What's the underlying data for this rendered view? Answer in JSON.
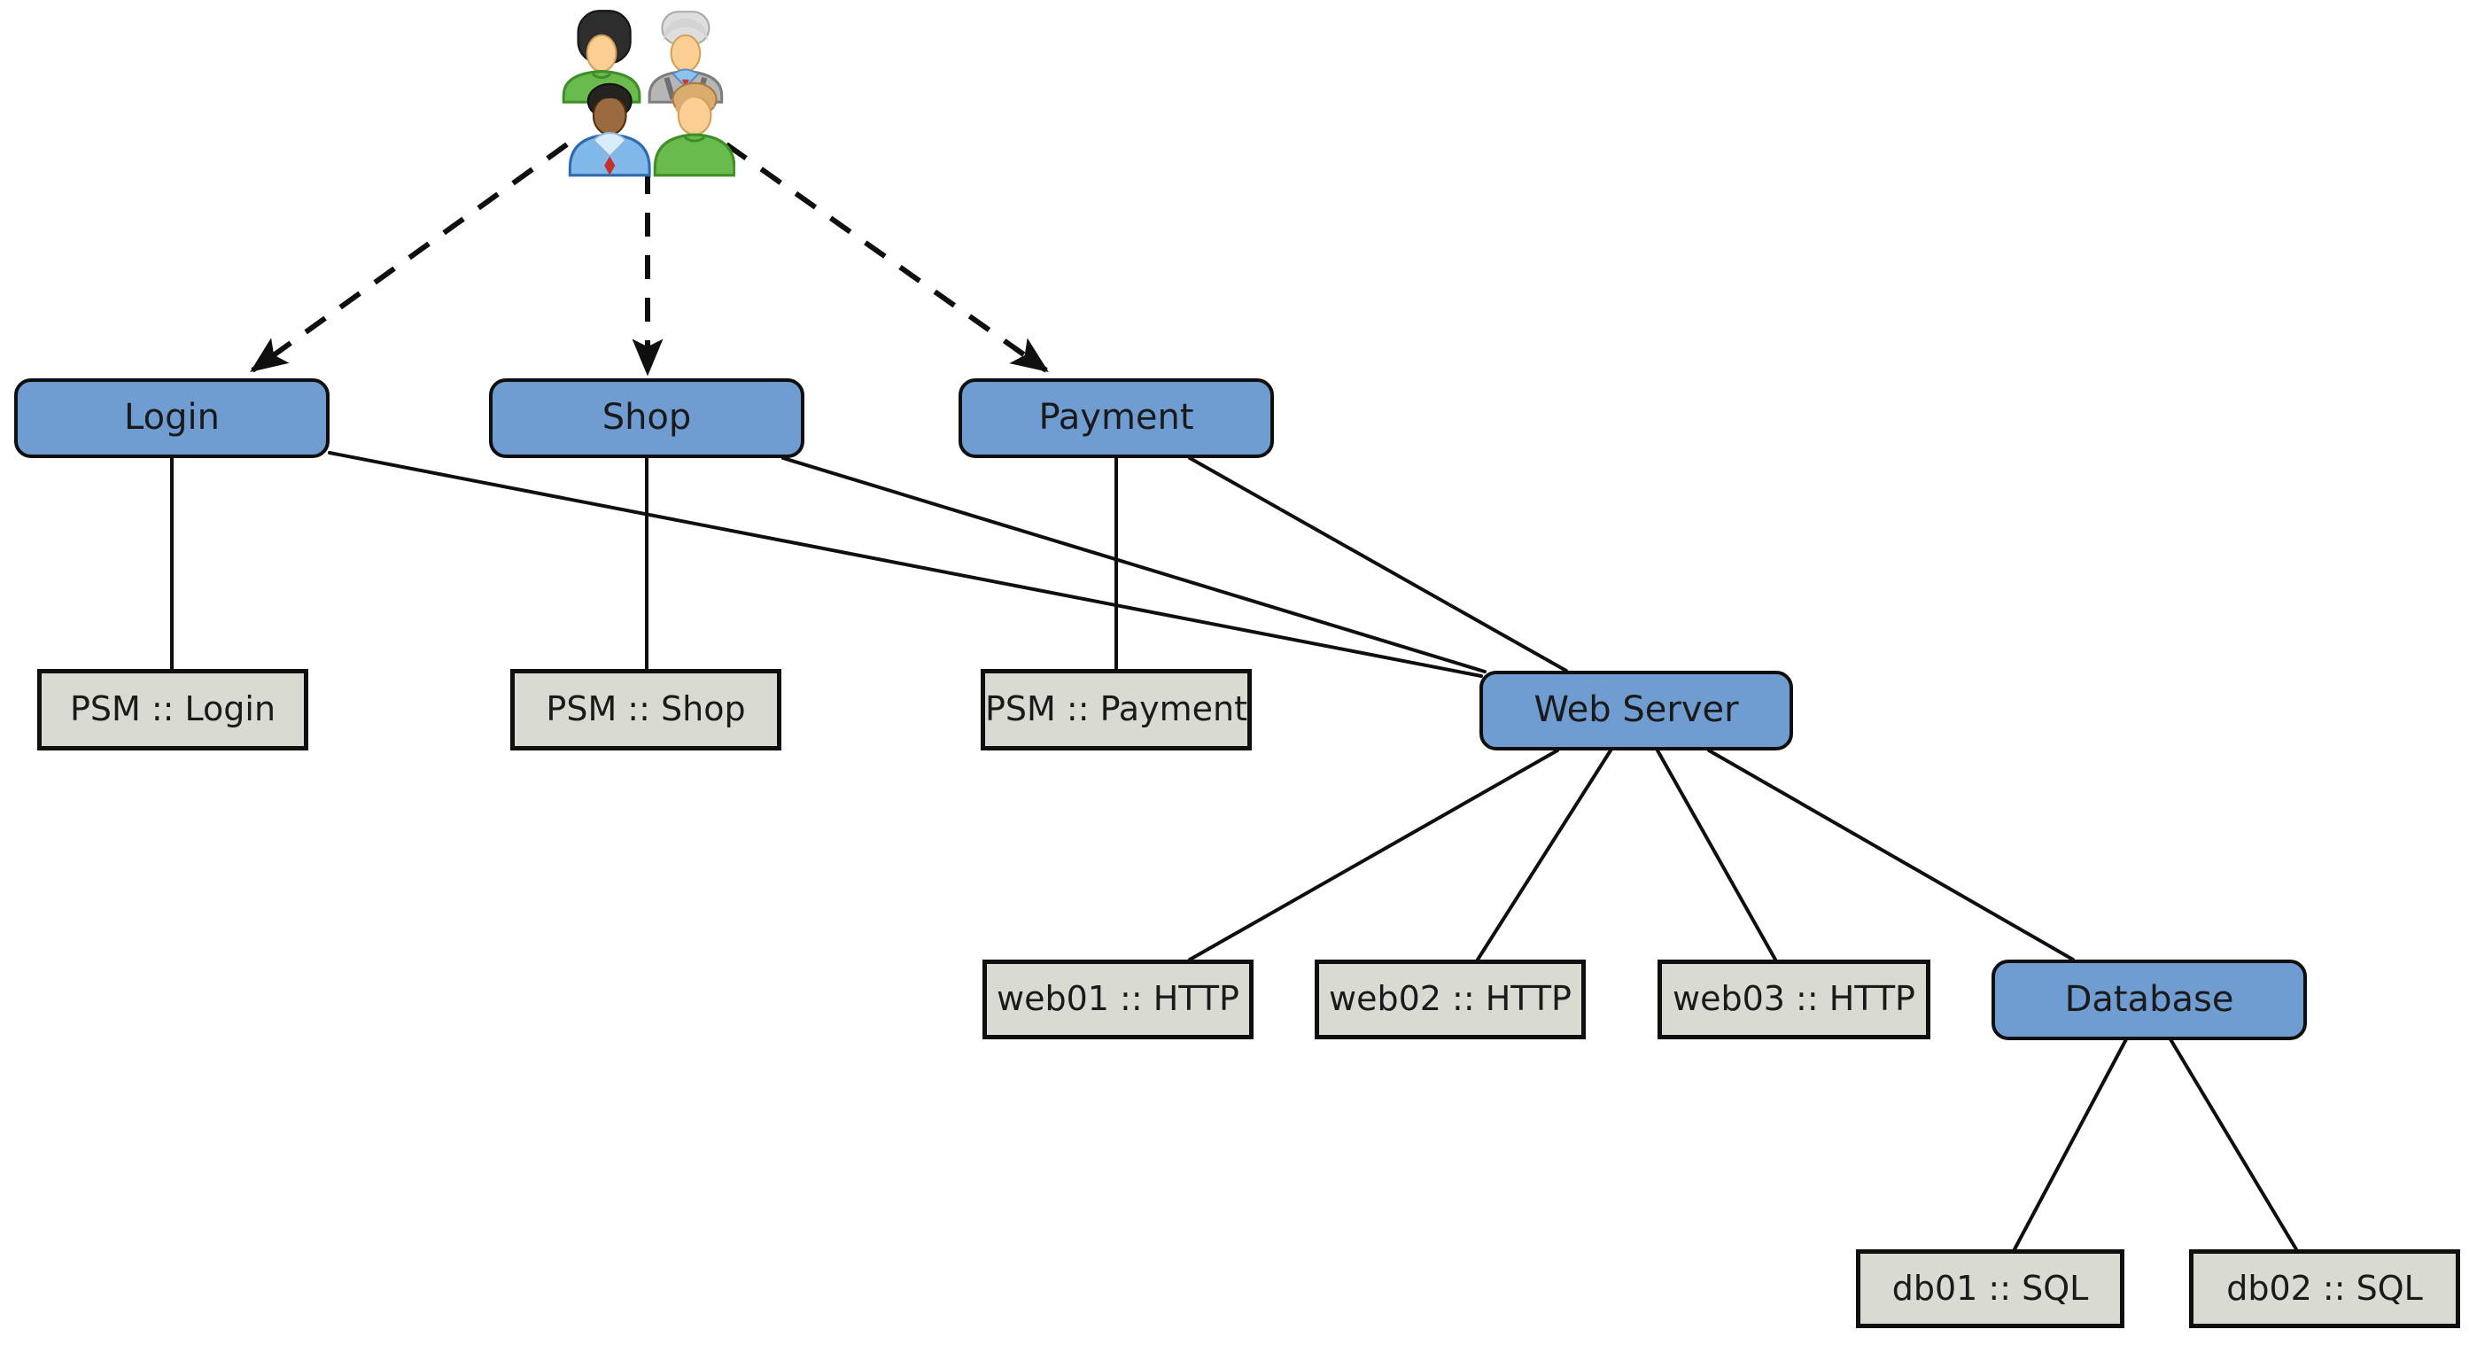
{
  "diagram": {
    "colors": {
      "canvas_bg": "#ffffff",
      "service_fill": "#6f9dd2",
      "service_border": "#0f0f0f",
      "check_fill": "#d9dbd2",
      "check_border": "#0f0f0f",
      "edge_color": "#0f0f0f",
      "label_color": "#1a1a1a"
    },
    "users_icon": "users-group-icon",
    "nodes": {
      "login": {
        "label": "Login",
        "type": "service"
      },
      "shop": {
        "label": "Shop",
        "type": "service"
      },
      "payment": {
        "label": "Payment",
        "type": "service"
      },
      "psm_login": {
        "label": "PSM :: Login",
        "type": "check"
      },
      "psm_shop": {
        "label": "PSM :: Shop",
        "type": "check"
      },
      "psm_payment": {
        "label": "PSM :: Payment",
        "type": "check"
      },
      "web_server": {
        "label": "Web Server",
        "type": "service"
      },
      "web01": {
        "label": "web01 :: HTTP",
        "type": "check"
      },
      "web02": {
        "label": "web02 :: HTTP",
        "type": "check"
      },
      "web03": {
        "label": "web03 :: HTTP",
        "type": "check"
      },
      "database": {
        "label": "Database",
        "type": "service"
      },
      "db01": {
        "label": "db01 :: SQL",
        "type": "check"
      },
      "db02": {
        "label": "db02 :: SQL",
        "type": "check"
      }
    },
    "edges": {
      "dashed": [
        {
          "from": "users",
          "to": "login"
        },
        {
          "from": "users",
          "to": "shop"
        },
        {
          "from": "users",
          "to": "payment"
        }
      ],
      "solid": [
        {
          "from": "login",
          "to": "psm_login"
        },
        {
          "from": "shop",
          "to": "psm_shop"
        },
        {
          "from": "payment",
          "to": "psm_payment"
        },
        {
          "from": "login",
          "to": "web_server"
        },
        {
          "from": "shop",
          "to": "web_server"
        },
        {
          "from": "payment",
          "to": "web_server"
        },
        {
          "from": "web_server",
          "to": "web01"
        },
        {
          "from": "web_server",
          "to": "web02"
        },
        {
          "from": "web_server",
          "to": "web03"
        },
        {
          "from": "web_server",
          "to": "database"
        },
        {
          "from": "database",
          "to": "db01"
        },
        {
          "from": "database",
          "to": "db02"
        }
      ]
    }
  }
}
